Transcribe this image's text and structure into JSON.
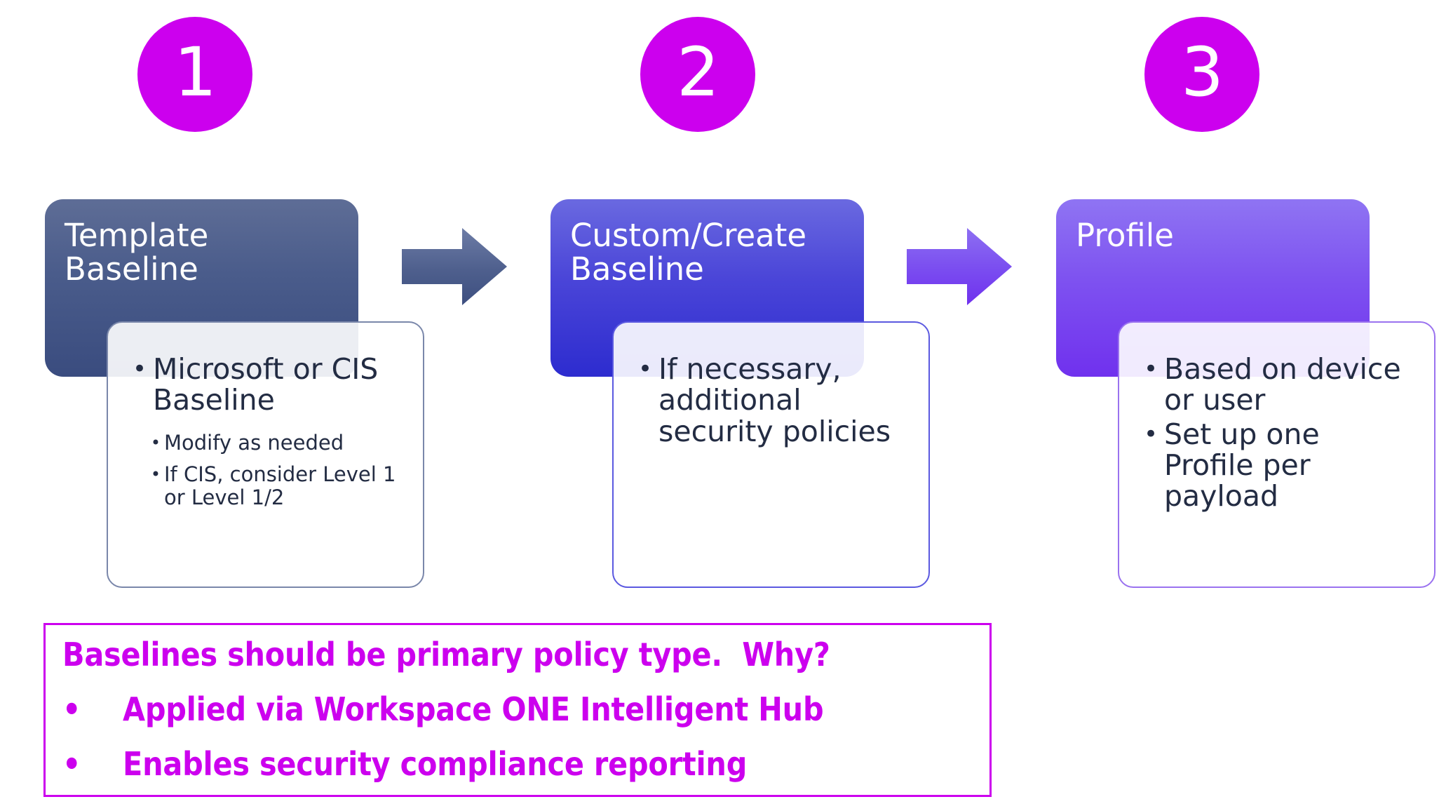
{
  "steps": [
    {
      "number": "1",
      "title": "Template\nBaseline",
      "bullets": [
        {
          "marker": "•",
          "text": "Microsoft or CIS Baseline"
        }
      ],
      "sub_bullets": [
        {
          "marker": "•",
          "text": "Modify as needed"
        },
        {
          "marker": "•",
          "text": "If CIS, consider Level 1 or Level 1/2"
        }
      ]
    },
    {
      "number": "2",
      "title": "Custom/Create\nBaseline",
      "bullets": [
        {
          "marker": "•",
          "text": "If necessary, additional security policies"
        }
      ],
      "sub_bullets": []
    },
    {
      "number": "3",
      "title": "Profile",
      "bullets": [
        {
          "marker": "•",
          "text": "Based on device or user"
        },
        {
          "marker": "•",
          "text": "Set up one Profile per payload"
        }
      ],
      "sub_bullets": []
    }
  ],
  "arrows": [
    {
      "name": "arrow-step1-to-step2"
    },
    {
      "name": "arrow-step2-to-step3"
    }
  ],
  "callout": {
    "heading": "Baselines should be primary policy type.  Why?",
    "bullets": [
      {
        "marker": "•",
        "text": "Applied via Workspace ONE Intelligent Hub"
      },
      {
        "marker": "•",
        "text": "Enables security compliance reporting"
      }
    ]
  },
  "colors": {
    "accent_magenta": "#cc00ee",
    "card1_top": "#5e6d96",
    "card1_bottom": "#3a4c7f",
    "card2_top": "#6a69e0",
    "card2_bottom": "#2d2ccf",
    "card3_top": "#8f74f3",
    "card3_bottom": "#7031ee",
    "body_text": "#232c43"
  }
}
